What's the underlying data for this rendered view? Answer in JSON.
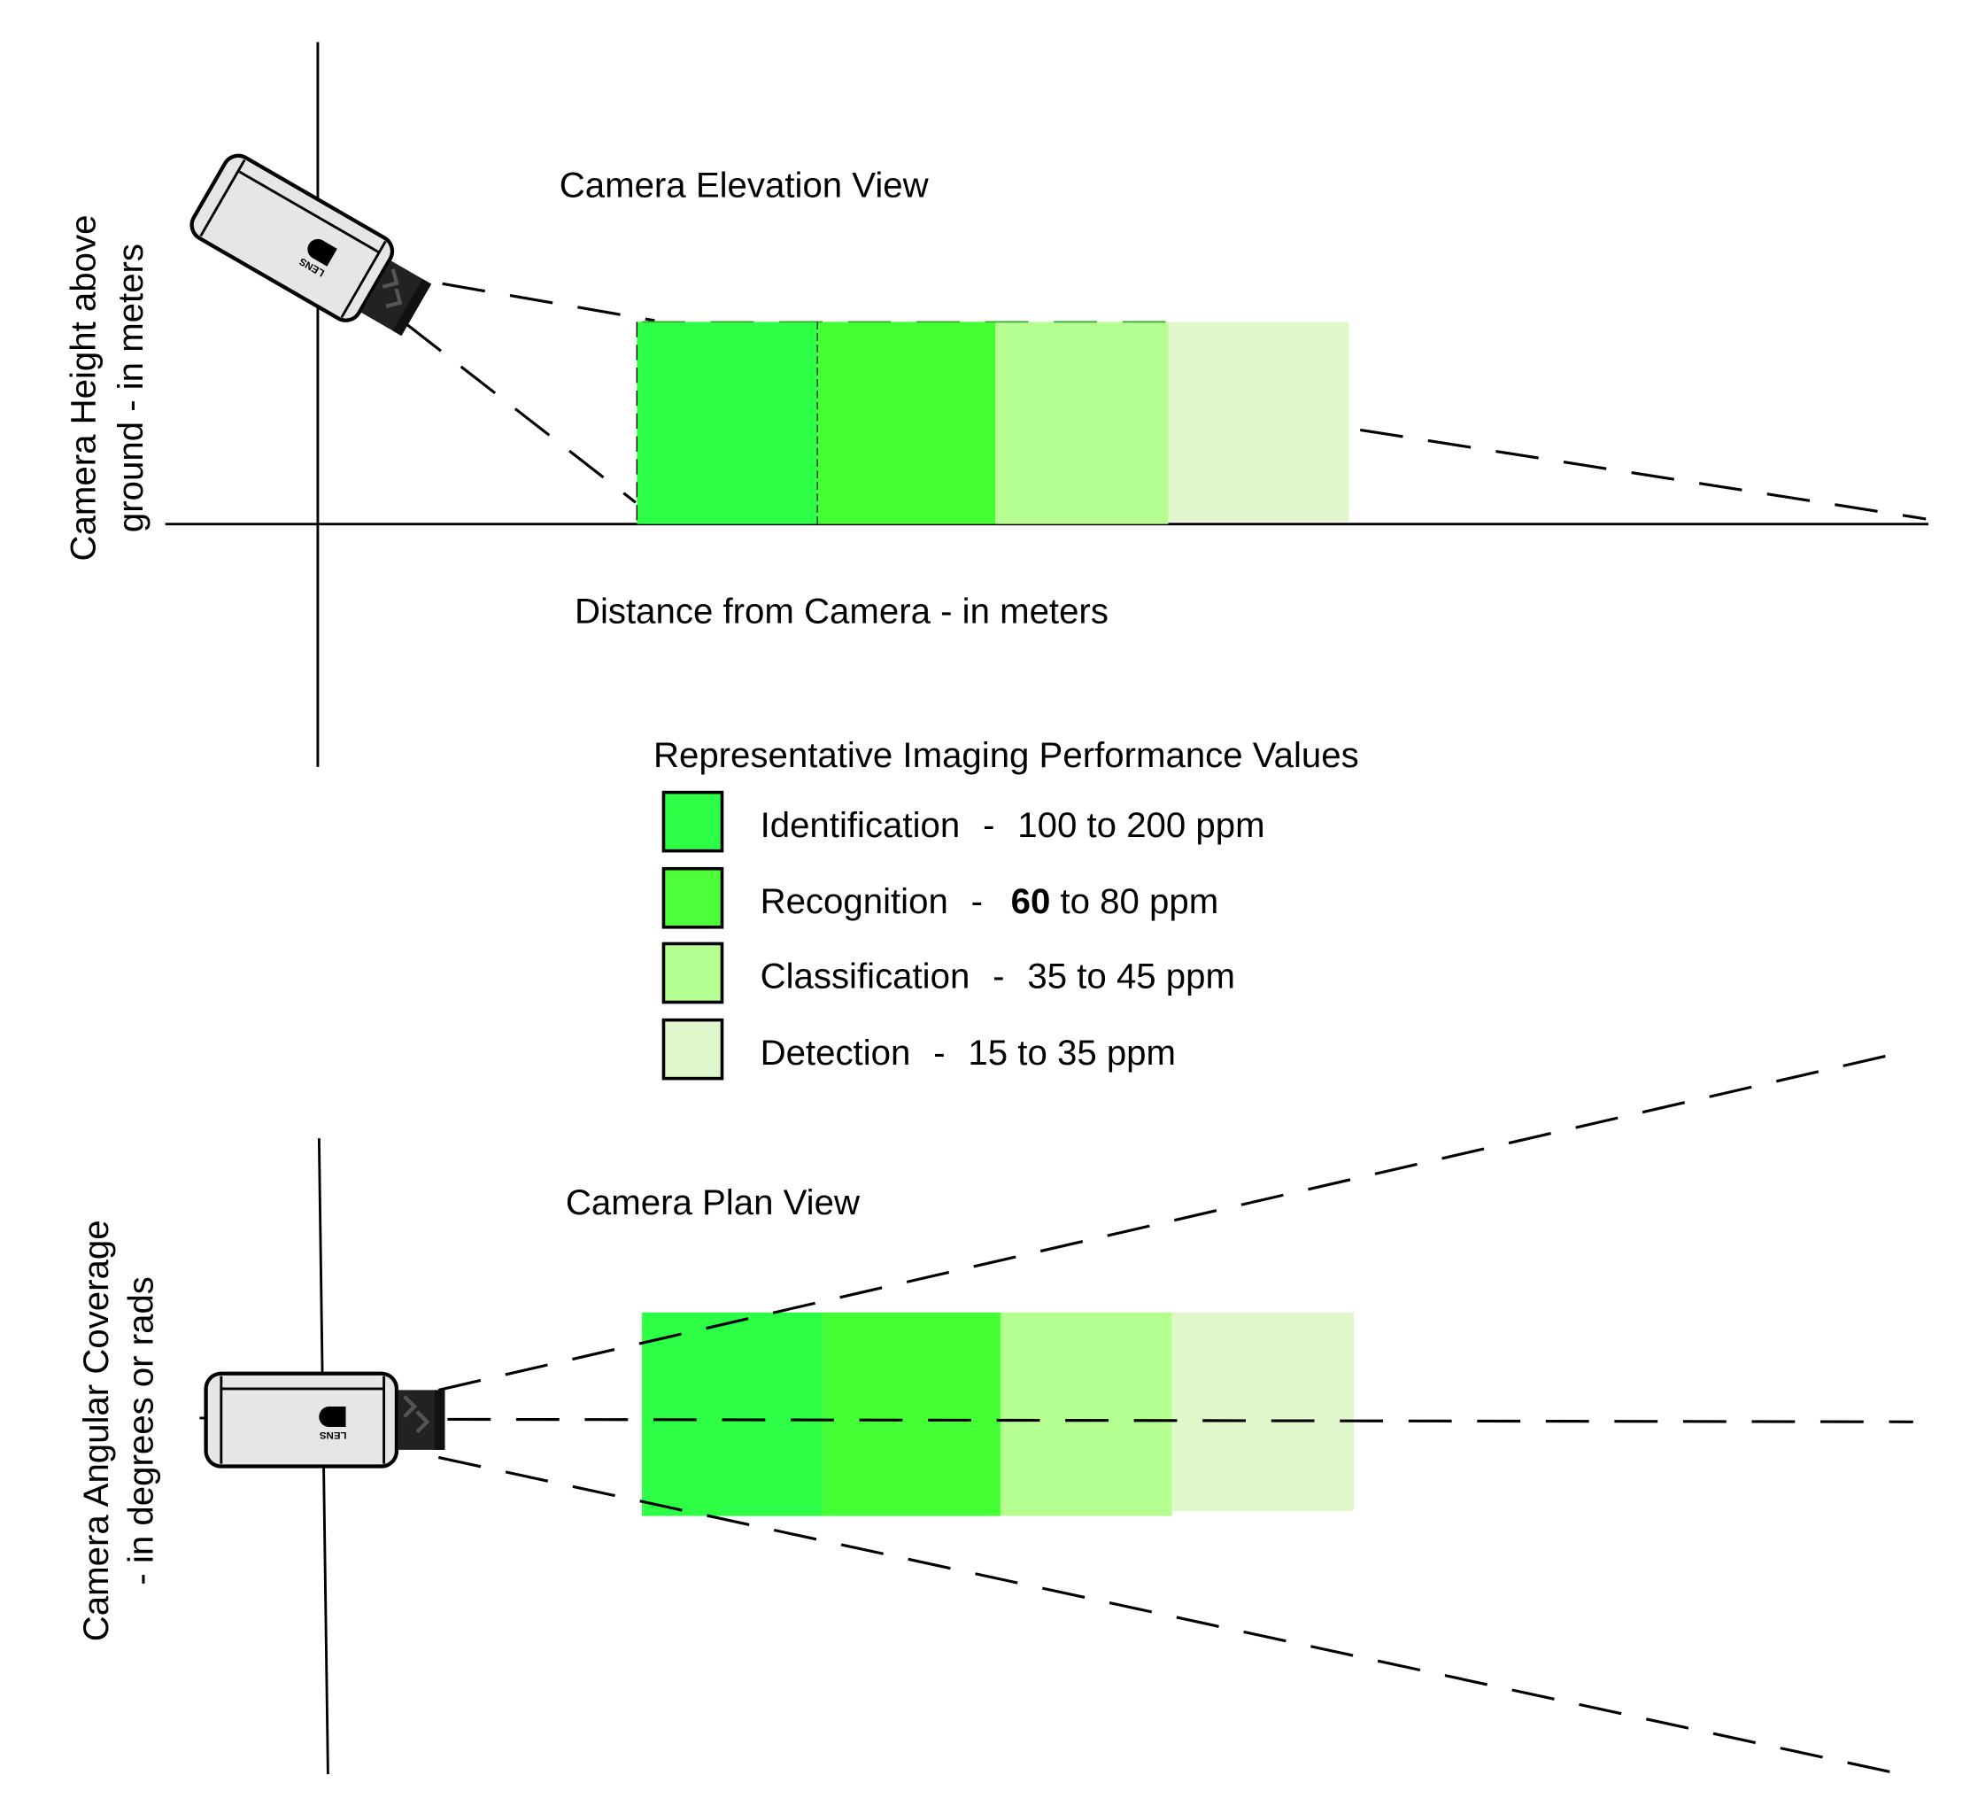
{
  "elevation": {
    "title": "Camera Elevation View",
    "x_axis_label": "Distance  from Camera  -  in meters",
    "y_axis_label_line1": "Camera Height above",
    "y_axis_label_line2": "ground  -  in meters"
  },
  "plan": {
    "title": "Camera Plan View",
    "y_axis_label_line1": "Camera Angular Coverage",
    "y_axis_label_line2": "- in degrees or rads"
  },
  "camera": {
    "lens_label": "LENS"
  },
  "legend": {
    "title": "Representative Imaging Performance Values",
    "items": [
      {
        "name": "Identification",
        "sep": "-",
        "range_prefix": "",
        "range_bold": "",
        "range": "100 to 200 ppm",
        "color": "#2dff46"
      },
      {
        "name": "Recognition",
        "sep": "-",
        "range_prefix": "",
        "range_bold": "60",
        "range": " to 80 ppm",
        "color": "#4dff38"
      },
      {
        "name": "Classification",
        "sep": "-",
        "range_prefix": "",
        "range_bold": "",
        "range": "35 to 45 ppm",
        "color": "#b4ff90"
      },
      {
        "name": "Detection",
        "sep": "-",
        "range_prefix": "",
        "range_bold": "",
        "range": "15 to 35 ppm",
        "color": "#e0f7cc"
      }
    ]
  },
  "zone_colors": [
    "#2dff46",
    "#44ff33",
    "#b4ff90",
    "#e0f7cc"
  ]
}
